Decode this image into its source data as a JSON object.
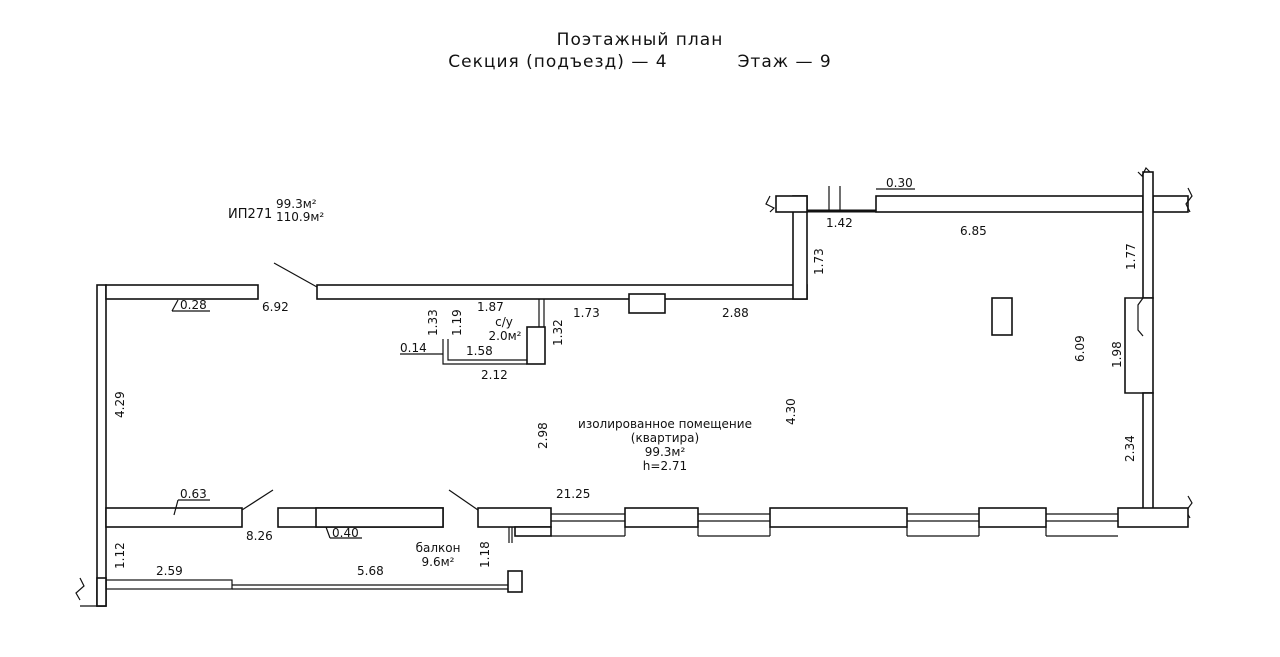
{
  "header": {
    "line1": "Поэтажный план",
    "section_label": "Секция (подъезд) — 4",
    "floor_label": "Этаж — 9"
  },
  "unit": {
    "id": "ИП271",
    "area_living": "99.3м²",
    "area_total": "110.9м²"
  },
  "room": {
    "name": "изолированное помещение",
    "type": "(квартира)",
    "area": "99.3м²",
    "height": "h=2.71"
  },
  "bathroom": {
    "name": "с/у",
    "area": "2.0м²"
  },
  "balcony": {
    "name": "балкон",
    "area": "9.6м²"
  },
  "dimensions": {
    "d_030": "0.30",
    "d_142": "1.42",
    "d_685": "6.85",
    "d_173_v": "1.73",
    "d_177": "1.77",
    "d_028": "0.28",
    "d_692": "6.92",
    "d_187": "1.87",
    "d_173": "1.73",
    "d_288": "2.88",
    "d_133": "1.33",
    "d_119": "1.19",
    "d_132": "1.32",
    "d_014": "0.14",
    "d_158": "1.58",
    "d_212": "2.12",
    "d_609": "6.09",
    "d_198": "1.98",
    "d_429": "4.29",
    "d_430": "4.30",
    "d_298": "2.98",
    "d_234": "2.34",
    "d_063": "0.63",
    "d_2125": "21.25",
    "d_826": "8.26",
    "d_040": "0.40",
    "d_112": "1.12",
    "d_118": "1.18",
    "d_259": "2.59",
    "d_568": "5.68"
  }
}
